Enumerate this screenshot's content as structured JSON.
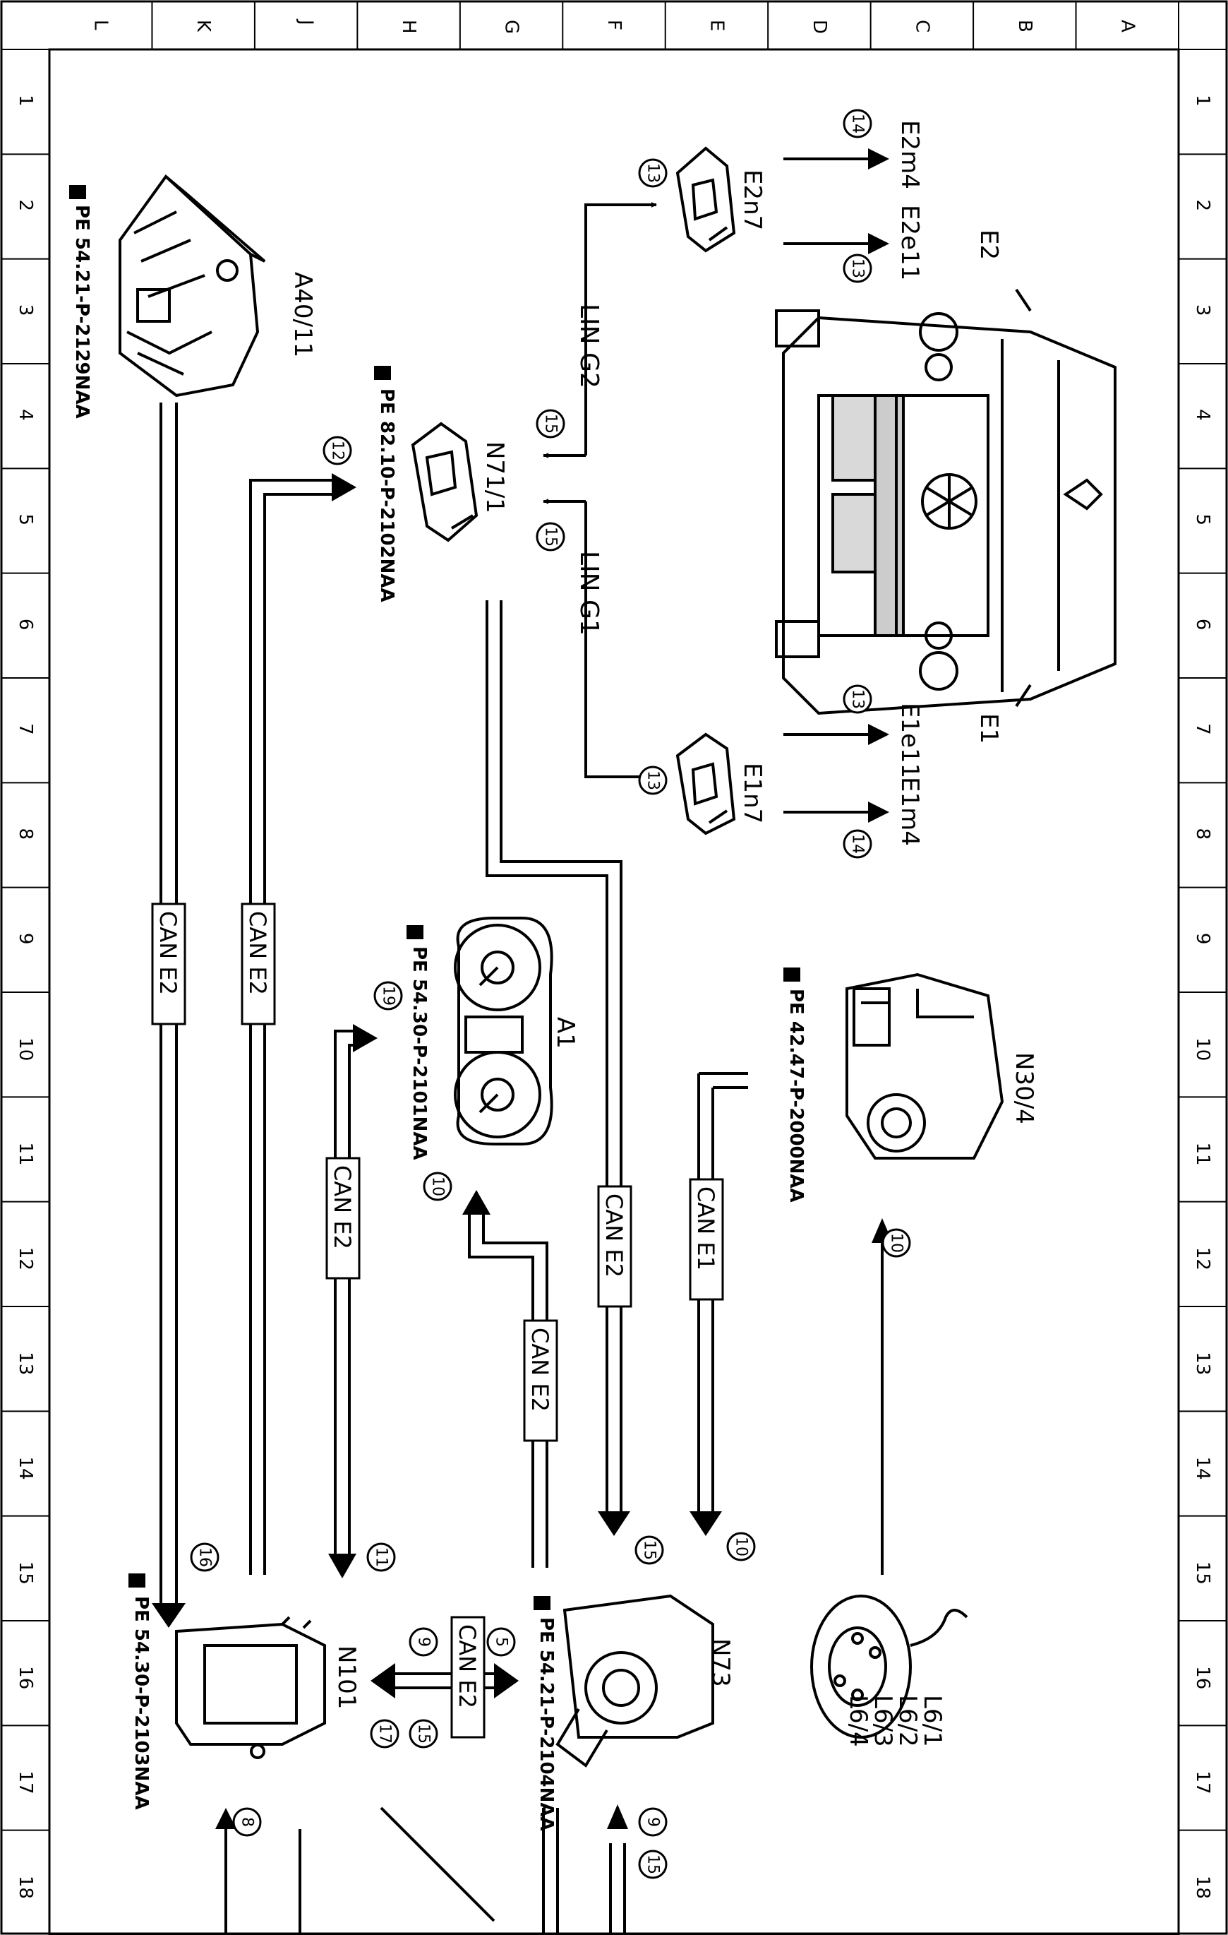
{
  "sheet": {
    "column_letters": [
      "L",
      "K",
      "J",
      "H",
      "G",
      "F",
      "E",
      "D",
      "C",
      "B",
      "A"
    ],
    "row_numbers": [
      "1",
      "2",
      "3",
      "4",
      "5",
      "6",
      "7",
      "8",
      "9",
      "10",
      "11",
      "12",
      "13",
      "14",
      "15",
      "16",
      "17",
      "18"
    ]
  },
  "components": {
    "a40_11": "A40/11",
    "n71_1": "N71/1",
    "e2n7": "E2n7",
    "e1n7": "E1n7",
    "e2": "E2",
    "e1": "E1",
    "e2m4": "E2m4",
    "e2e11": "E2e11",
    "e1e11": "E1e11",
    "e1m4": "E1m4",
    "a1": "A1",
    "n30_4": "N30/4",
    "n73": "N73",
    "n101": "N101",
    "l6_1": "L6/1",
    "l6_2": "L6/2",
    "l6_3": "L6/3",
    "l6_4": "L6/4"
  },
  "references": {
    "a40_11": "PE 54.21-P-2129NAA",
    "n71_1": "PE 82.10-P-2102NAA",
    "a1": "PE 54.30-P-2101NAA",
    "n30_4": "PE 42.47-P-2000NAA",
    "n73": "PE 54.21-P-2104NAA",
    "n101": "PE 54.30-P-2103NAA"
  },
  "buses": {
    "lin_g2": "LIN G2",
    "lin_g1": "LIN G1",
    "can_e2": "CAN E2",
    "can_e1": "CAN E1"
  },
  "signals": {
    "s14_top": "14",
    "s13_e2n7": "13",
    "s13_e2e11": "13",
    "s13_e1e11": "13",
    "s13_e1n7": "13",
    "s14_bottom": "14",
    "s15_lin_g2": "15",
    "s15_lin_g1": "15",
    "s12": "12",
    "s19": "19",
    "s10_a1": "10",
    "s10_n30": "10",
    "s16": "16",
    "s11": "11",
    "s15_n73": "15",
    "s10_n73": "10",
    "s9_left": "9",
    "s15_left": "15",
    "s17": "17",
    "s5": "5",
    "s8": "8",
    "s9_bottom": "9",
    "s15_bottom": "15"
  }
}
